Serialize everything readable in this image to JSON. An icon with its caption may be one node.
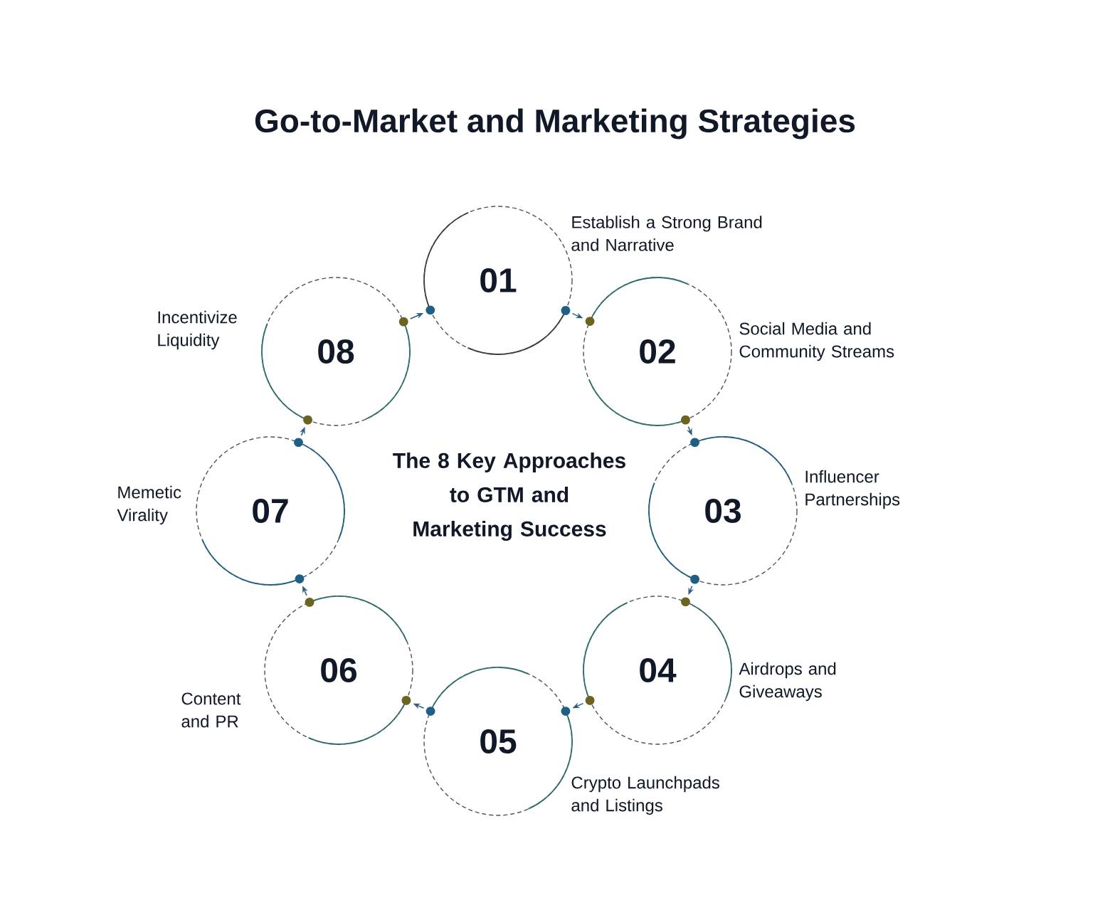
{
  "diagram": {
    "title": "Go-to-Market and Marketing Strategies",
    "nodes": [
      {
        "text": [
          "01"
        ],
        "beside": [
          "Establish a Strong Brand and Narrative"
        ]
      },
      {
        "text": [
          "02"
        ],
        "beside": [
          "Social Media and Community Streams"
        ]
      },
      {
        "text": [
          "03"
        ],
        "beside": [
          "Influencer Partnerships"
        ]
      },
      {
        "text": [
          "04"
        ],
        "beside": [
          "Airdrops and Giveaways"
        ]
      },
      {
        "text": [
          "05"
        ],
        "beside": [
          "Crypto Launchpads and Listings"
        ]
      },
      {
        "text": [
          "06"
        ],
        "beside": [
          "Content and PR"
        ]
      },
      {
        "text": [
          "07"
        ],
        "beside": [
          "Memetic Virality"
        ]
      },
      {
        "text": [
          "08"
        ],
        "beside": [
          "Incentivize Liquidity"
        ]
      }
    ],
    "edges": [
      {
        "from": 0,
        "to": 1,
        "arrow": "to"
      },
      {
        "from": 1,
        "to": 2,
        "arrow": "to"
      },
      {
        "from": 2,
        "to": 3,
        "arrow": "to"
      },
      {
        "from": 3,
        "to": 4,
        "arrow": "to"
      },
      {
        "from": 4,
        "to": 5,
        "arrow": "to"
      },
      {
        "from": 5,
        "to": 6,
        "arrow": "to"
      },
      {
        "from": 6,
        "to": 7,
        "arrow": "to"
      },
      {
        "from": 7,
        "to": 0,
        "arrow": "to"
      }
    ],
    "labels": [
      "The 8 Key Approaches to GTM and Marketing Success"
    ]
  }
}
